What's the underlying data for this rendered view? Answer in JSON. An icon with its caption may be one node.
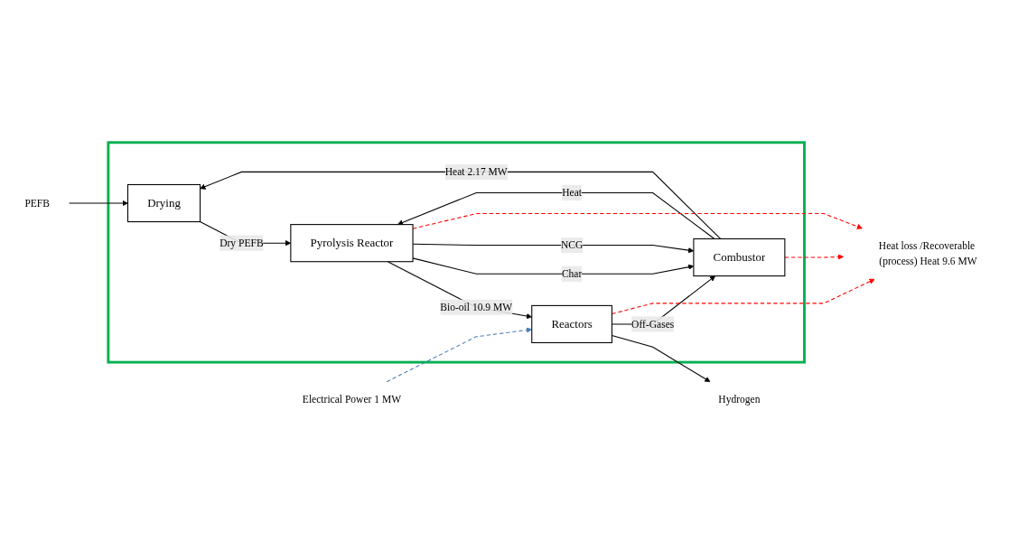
{
  "diagram": {
    "nodes": [
      {
        "text": [],
        "shape": "box"
      },
      {
        "text": [
          "PEFB"
        ]
      },
      {
        "text": [
          "Drying"
        ],
        "in": 0
      },
      {
        "text": [
          "Pyrolysis Reactor"
        ],
        "in": 0
      },
      {
        "text": [
          "Reactors"
        ],
        "in": 0
      },
      {
        "text": [
          "Electrical Power 1 MW"
        ]
      },
      {
        "text": [
          "Hydrogen"
        ]
      },
      {
        "text": [
          "Combustor"
        ],
        "in": 0
      },
      {
        "text": [
          "Heat loss /Recoverable (process) Heat 9.6 MW"
        ]
      }
    ],
    "edges": [
      {
        "from": 1,
        "to": 2,
        "arrow": "to"
      },
      {
        "from": 2,
        "to": 3,
        "arrow": "to",
        "label": "Dry PEFB"
      },
      {
        "from": 3,
        "to": 4,
        "arrow": "to",
        "label": "Bio-oil 10.9 MW"
      },
      {
        "from": 5,
        "to": 4,
        "arrow": "to",
        "style": "dashed",
        "color": "#4a7ebb"
      },
      {
        "from": 4,
        "to": 6,
        "arrow": "to"
      },
      {
        "from": 3,
        "to": 7,
        "arrow": "to",
        "label": "Char"
      },
      {
        "from": 3,
        "to": 7,
        "arrow": "to",
        "label": "NCG"
      },
      {
        "from": 7,
        "to": 3,
        "arrow": "to",
        "label": "Heat"
      },
      {
        "from": 7,
        "to": 2,
        "arrow": "to",
        "label": "Heat 2.17 MW"
      },
      {
        "from": 4,
        "to": 7,
        "arrow": "to",
        "label": "Off-Gases"
      },
      {
        "from": 3,
        "to": 8,
        "arrow": "to",
        "style": "dashed",
        "color": "#ff0000"
      },
      {
        "from": 4,
        "to": 8,
        "arrow": "to",
        "style": "dashed",
        "color": "#ff0000"
      },
      {
        "from": 7,
        "to": 8,
        "arrow": "to",
        "style": "dashed",
        "color": "#ff0000"
      }
    ]
  }
}
